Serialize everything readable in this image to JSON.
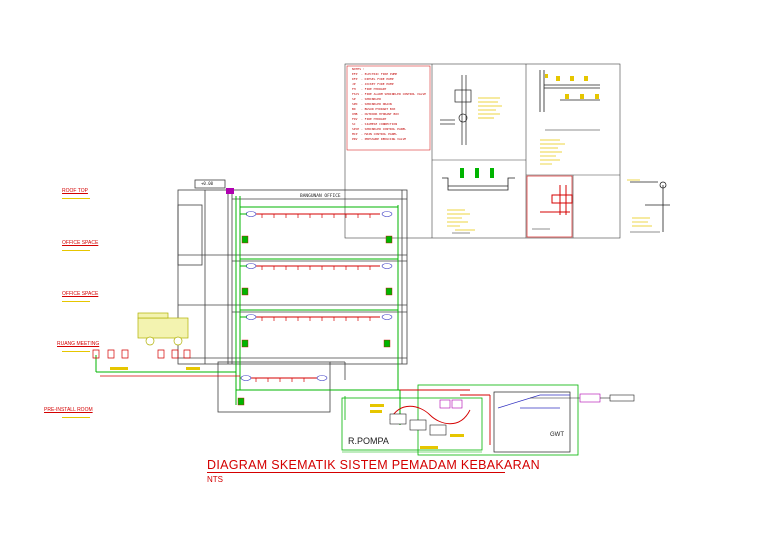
{
  "diagram": {
    "title": "DIAGRAM  SKEMATIK  SISTEM  PEMADAM  KEBAKARAN",
    "subtitle": "NTS",
    "floors": [
      {
        "label": "ROOF TOP"
      },
      {
        "label": "OFFICE SPACE"
      },
      {
        "label": "OFFICE SPACE"
      },
      {
        "label": "RUANG MEETING"
      },
      {
        "label": "PRE-INSTALL ROOM"
      }
    ],
    "pump_room_label": "R.POMPA",
    "tank_label": "GWT",
    "top_label": "BANGUNAN OFFICE",
    "legend": {
      "header": "NOTES :",
      "lines": [
        "EFP  - ELECTRIC FIRE PUMP",
        "DFP  - DIESEL FIRE PUMP",
        "JP   - JOCKEY FIRE PUMP",
        "FH   - FIRE HYDRANT",
        "FSCV - FIRE ALARM SPRINKLER CONTROL VALVE",
        "SP   - SPRINKLER",
        "SPD  - SPRINKLER DRAIN",
        "BD   - BUSUR HYDRANT BOX",
        "OHB  - OUTDOOR HYDRANT BOX",
        "FDV  - FIRE HYDRANT",
        "SC   - SIAMESE CONNECTION",
        "SPCP - SPRINKLER CONTROL PANEL",
        "MCP  - MAIN CONTROL PANEL",
        "PRV  - PRESSURE REDUCING VALVE"
      ]
    },
    "detail_scale_label": "NTS",
    "colors": {
      "pipe_green": "#00b400",
      "line_red": "#d40000",
      "label_yellow": "#e6c600",
      "structure": "#404040",
      "magenta": "#b000b0"
    }
  }
}
